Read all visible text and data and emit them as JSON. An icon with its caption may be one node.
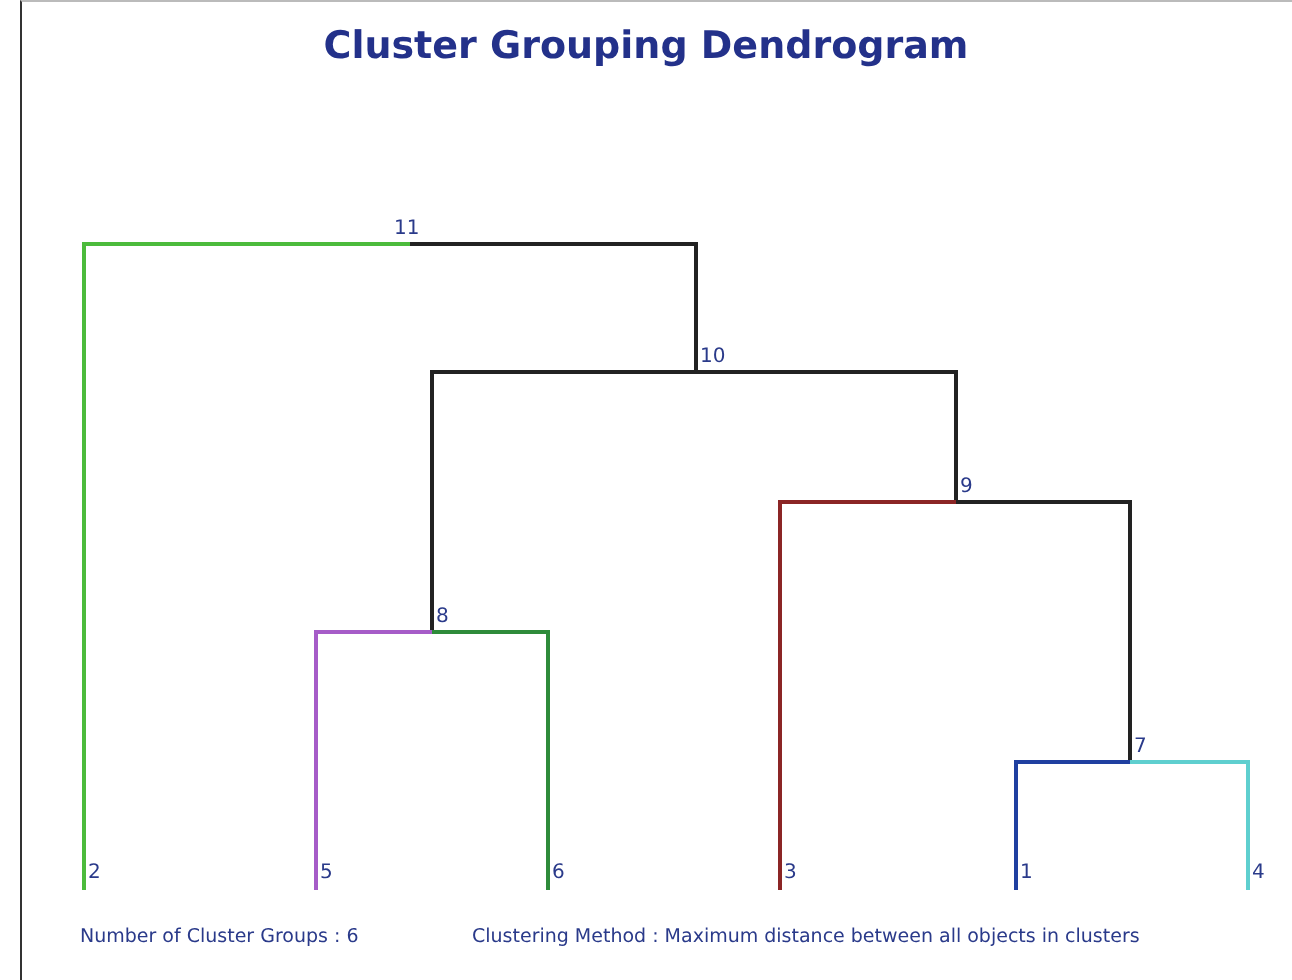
{
  "diagram": {
    "title": "Cluster Grouping Dendrogram",
    "nodes": [
      {
        "text": [
          "11"
        ]
      },
      {
        "text": [
          "10"
        ]
      },
      {
        "text": [
          "9"
        ]
      },
      {
        "text": [
          "8"
        ]
      },
      {
        "text": [
          "7"
        ]
      },
      {
        "text": [
          "2"
        ]
      },
      {
        "text": [
          "5"
        ]
      },
      {
        "text": [
          "6"
        ]
      },
      {
        "text": [
          "3"
        ]
      },
      {
        "text": [
          "1"
        ]
      },
      {
        "text": [
          "4"
        ]
      }
    ],
    "edges": [
      {
        "from": 0,
        "to": 5,
        "arrow": "none",
        "color": "#4cbb3c"
      },
      {
        "from": 0,
        "to": 1,
        "arrow": "none"
      },
      {
        "from": 1,
        "to": 3,
        "arrow": "none"
      },
      {
        "from": 1,
        "to": 2,
        "arrow": "none"
      },
      {
        "from": 2,
        "to": 8,
        "arrow": "none",
        "color": "#8b2525"
      },
      {
        "from": 2,
        "to": 4,
        "arrow": "none"
      },
      {
        "from": 3,
        "to": 6,
        "arrow": "none",
        "color": "#a65cc8"
      },
      {
        "from": 3,
        "to": 7,
        "arrow": "none",
        "color": "#2e8b3a"
      },
      {
        "from": 4,
        "to": 9,
        "arrow": "none",
        "color": "#1f3fa0"
      },
      {
        "from": 4,
        "to": 10,
        "arrow": "none",
        "color": "#5fcfcf"
      }
    ],
    "labels": [
      "Number of Cluster Groups : 6",
      "Clustering Method : Maximum distance between all objects in clusters"
    ]
  }
}
